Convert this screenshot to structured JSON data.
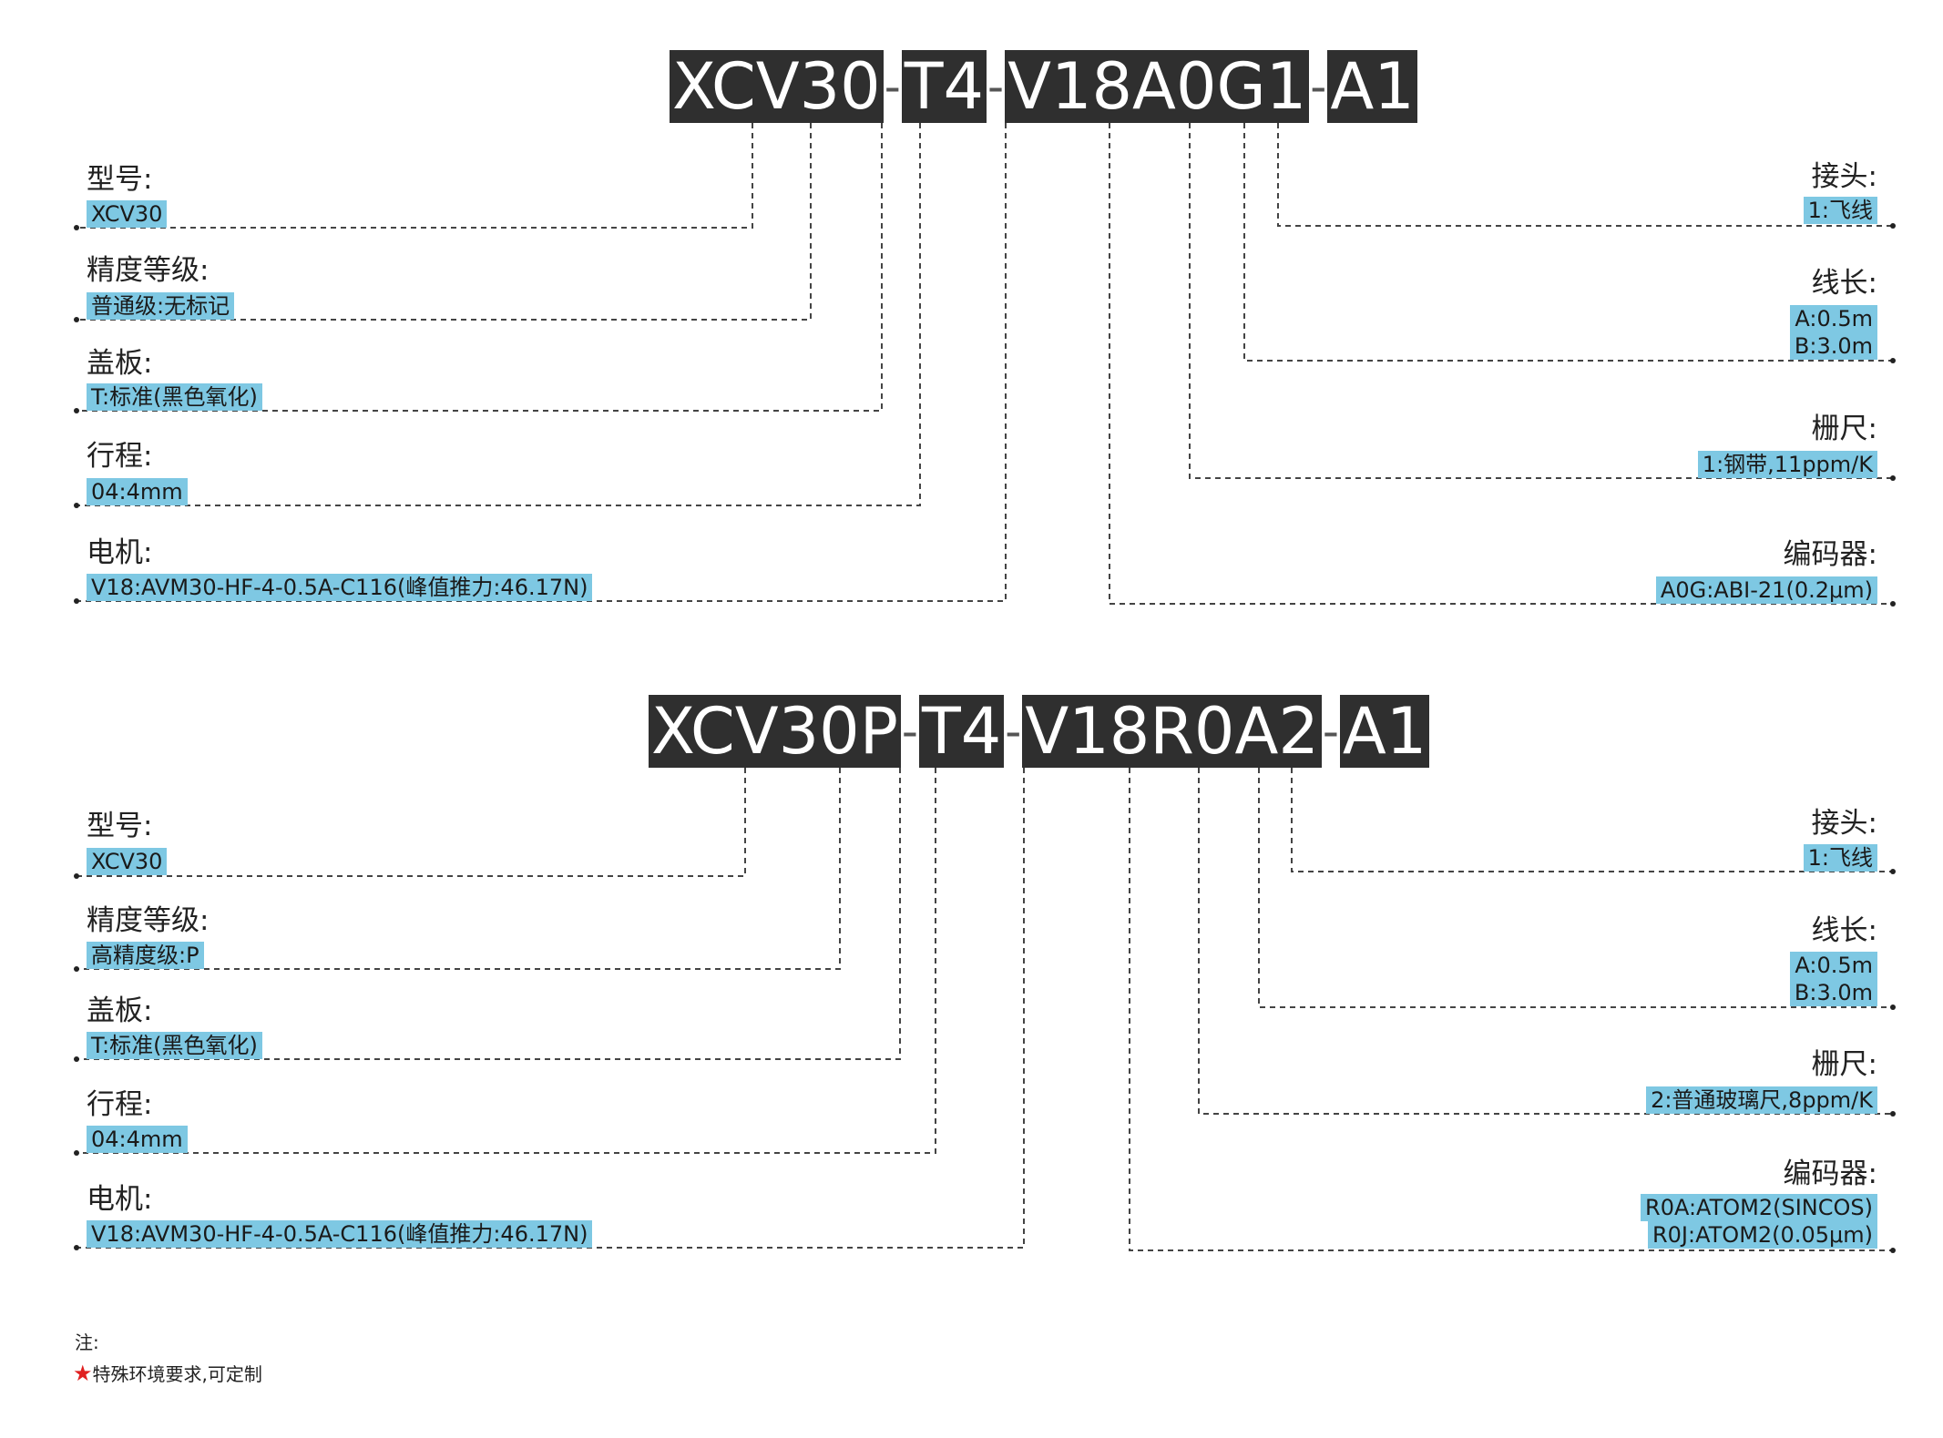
{
  "block1": {
    "code": [
      "XCV30",
      "T4",
      "V18A0G1",
      "A1"
    ],
    "left": [
      {
        "label": "型号:",
        "value": "XCV30"
      },
      {
        "label": "精度等级:",
        "value": "普通级:无标记"
      },
      {
        "label": "盖板:",
        "value": "T:标准(黑色氧化)"
      },
      {
        "label": "行程:",
        "value": "04:4mm"
      },
      {
        "label": "电机:",
        "value": "V18:AVM30-HF-4-0.5A-C116(峰值推力:46.17N)"
      }
    ],
    "right": [
      {
        "label": "接头:",
        "values": [
          "1:飞线"
        ]
      },
      {
        "label": "线长:",
        "values": [
          "A:0.5m",
          "B:3.0m"
        ]
      },
      {
        "label": "栅尺:",
        "values": [
          "1:钢带,11ppm/K"
        ]
      },
      {
        "label": "编码器:",
        "values": [
          "A0G:ABI-21(0.2μm)"
        ]
      }
    ]
  },
  "block2": {
    "code": [
      "XCV30P",
      "T4",
      "V18R0A2",
      "A1"
    ],
    "left": [
      {
        "label": "型号:",
        "value": "XCV30"
      },
      {
        "label": "精度等级:",
        "value": "高精度级:P"
      },
      {
        "label": "盖板:",
        "value": "T:标准(黑色氧化)"
      },
      {
        "label": "行程:",
        "value": "04:4mm"
      },
      {
        "label": "电机:",
        "value": "V18:AVM30-HF-4-0.5A-C116(峰值推力:46.17N)"
      }
    ],
    "right": [
      {
        "label": "接头:",
        "values": [
          "1:飞线"
        ]
      },
      {
        "label": "线长:",
        "values": [
          "A:0.5m",
          "B:3.0m"
        ]
      },
      {
        "label": "栅尺:",
        "values": [
          "2:普通玻璃尺,8ppm/K"
        ]
      },
      {
        "label": "编码器:",
        "values": [
          "R0A:ATOM2(SINCOS)",
          "R0J:ATOM2(0.05μm)"
        ]
      }
    ]
  },
  "code_separator": "-",
  "notes": {
    "heading": "注:",
    "star_text": "特殊环境要求,可定制"
  },
  "colors": {
    "code_bg": "#2f2f2f",
    "value_bg": "#7ec8e3",
    "star": "#e02020"
  }
}
